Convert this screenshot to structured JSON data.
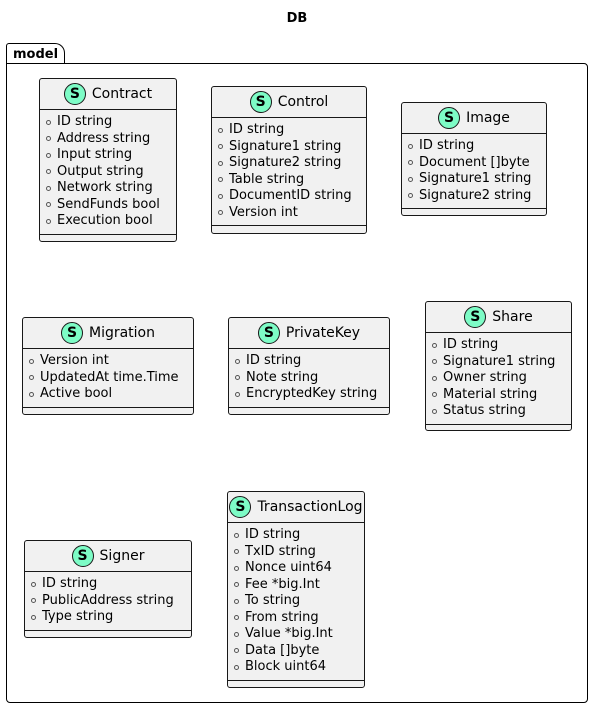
{
  "diagram_title": "DB",
  "package": "model",
  "stereotype_letter": "S",
  "classes": [
    {
      "name": "Contract",
      "fields": [
        "ID string",
        "Address string",
        "Input string",
        "Output string",
        "Network string",
        "SendFunds bool",
        "Execution bool"
      ]
    },
    {
      "name": "Control",
      "fields": [
        "ID string",
        "Signature1 string",
        "Signature2 string",
        "Table string",
        "DocumentID string",
        "Version int"
      ]
    },
    {
      "name": "Image",
      "fields": [
        "ID string",
        "Document []byte",
        "Signature1 string",
        "Signature2 string"
      ]
    },
    {
      "name": "Migration",
      "fields": [
        "Version int",
        "UpdatedAt time.Time",
        "Active bool"
      ]
    },
    {
      "name": "PrivateKey",
      "fields": [
        "ID string",
        "Note string",
        "EncryptedKey string"
      ]
    },
    {
      "name": "Share",
      "fields": [
        "ID string",
        "Signature1 string",
        "Owner string",
        "Material string",
        "Status string"
      ]
    },
    {
      "name": "Signer",
      "fields": [
        "ID string",
        "PublicAddress string",
        "Type string"
      ]
    },
    {
      "name": "TransactionLog",
      "fields": [
        "ID string",
        "TxID string",
        "Nonce uint64",
        "Fee *big.Int",
        "To string",
        "From string",
        "Value *big.Int",
        "Data []byte",
        "Block uint64"
      ]
    }
  ],
  "colors": {
    "badge": "#7dfcc6",
    "class_bg": "#f1f1f1",
    "border": "#181818"
  }
}
